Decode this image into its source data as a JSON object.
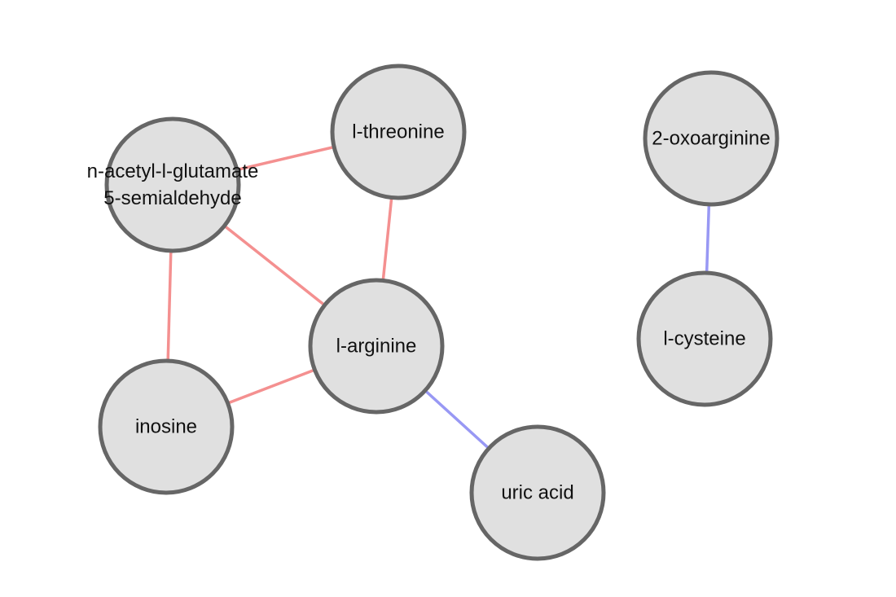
{
  "colors": {
    "edge_red": "#f49090",
    "edge_blue": "#9898f4",
    "node_fill": "#e0e0e0",
    "node_stroke": "#666666"
  },
  "nodes": [
    {
      "id": "nag",
      "lines": [
        "n-acetyl-l-glutamate",
        "5-semialdehyde"
      ]
    },
    {
      "id": "thr",
      "lines": [
        "l-threonine"
      ]
    },
    {
      "id": "arg",
      "lines": [
        "l-arginine"
      ]
    },
    {
      "id": "ino",
      "lines": [
        "inosine"
      ]
    },
    {
      "id": "uric",
      "lines": [
        "uric acid"
      ]
    },
    {
      "id": "oxo",
      "lines": [
        "2-oxoarginine"
      ]
    },
    {
      "id": "cys",
      "lines": [
        "l-cysteine"
      ]
    }
  ],
  "edges": [
    {
      "source": "nag",
      "target": "thr",
      "color": "edge_red"
    },
    {
      "source": "nag",
      "target": "arg",
      "color": "edge_red"
    },
    {
      "source": "nag",
      "target": "ino",
      "color": "edge_red"
    },
    {
      "source": "thr",
      "target": "arg",
      "color": "edge_red"
    },
    {
      "source": "arg",
      "target": "ino",
      "color": "edge_red"
    },
    {
      "source": "arg",
      "target": "uric",
      "color": "edge_blue"
    },
    {
      "source": "oxo",
      "target": "cys",
      "color": "edge_blue"
    }
  ]
}
